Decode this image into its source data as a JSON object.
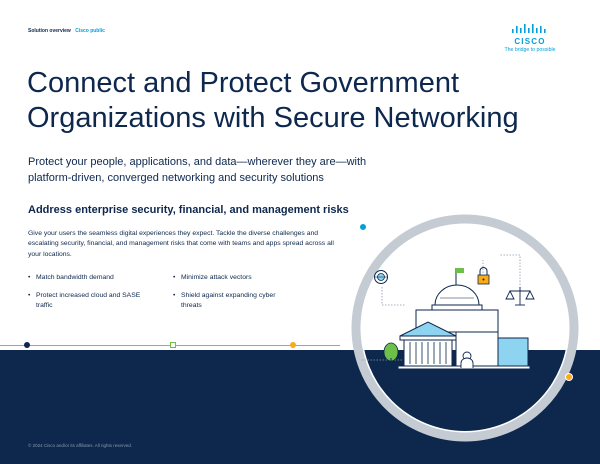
{
  "header": {
    "label": "Solution overview",
    "classification": "Cisco public"
  },
  "logo": {
    "wordmark": "CISCO",
    "tagline": "The bridge to possible"
  },
  "title": "Connect and Protect Government Organizations with Secure Networking",
  "subtitle": "Protect your people, applications, and data—wherever they are—with platform-driven, converged networking and security solutions",
  "section": {
    "heading": "Address enterprise security, financial, and management risks",
    "body": "Give your users the seamless digital experiences they expect. Tackle the diverse challenges and escalating security, financial, and management risks that come with teams and apps spread across all your locations.",
    "bullets_left": [
      "Match bandwidth demand",
      "Protect increased cloud and SASE traffic"
    ],
    "bullets_right": [
      "Minimize attack vectors",
      "Shield against expanding cyber threats"
    ]
  },
  "footer": "© 2024 Cisco and/or its affiliates. All rights reserved.",
  "colors": {
    "navy": "#0d274d",
    "cisco_blue": "#049fd9",
    "green": "#6cc04a",
    "orange": "#fbab18",
    "light_blue": "#8ed3ef"
  },
  "icons": [
    "cisco-logo-icon",
    "government-building-icon",
    "padlock-icon",
    "scales-icon",
    "globe-icon",
    "flag-icon",
    "tree-icon",
    "person-icon"
  ]
}
